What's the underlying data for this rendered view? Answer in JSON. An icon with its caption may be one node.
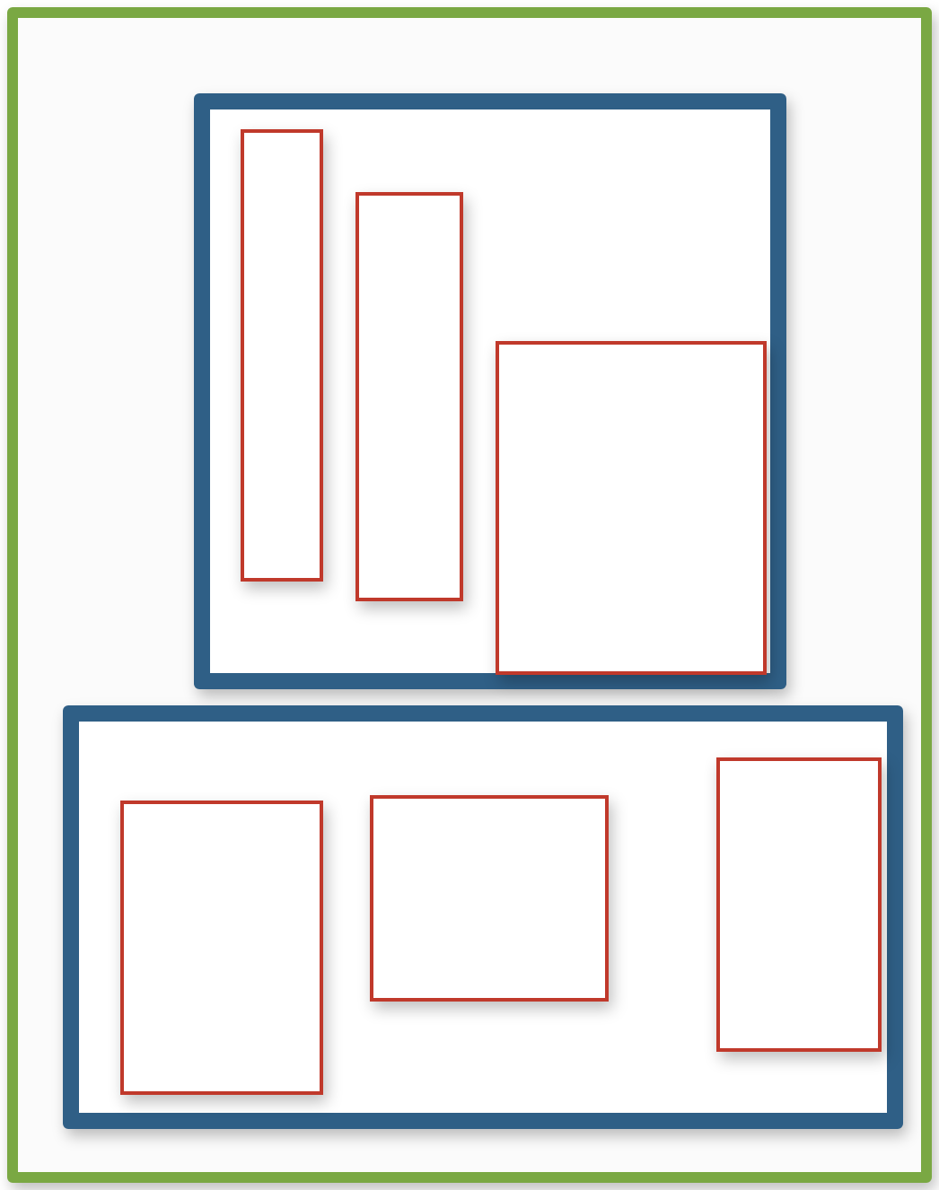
{
  "diagram": {
    "nodes": [
      {
        "text": [],
        "shape": "box"
      },
      {
        "text": [],
        "shape": "box",
        "in": 0
      },
      {
        "text": [],
        "shape": "box",
        "in": 1
      },
      {
        "text": [],
        "shape": "box",
        "in": 1
      },
      {
        "text": [],
        "shape": "box",
        "in": 1
      },
      {
        "text": [],
        "shape": "box",
        "in": 0
      },
      {
        "text": [],
        "shape": "box",
        "in": 5
      },
      {
        "text": [],
        "shape": "box",
        "in": 5
      },
      {
        "text": [],
        "shape": "box",
        "in": 5
      }
    ]
  }
}
